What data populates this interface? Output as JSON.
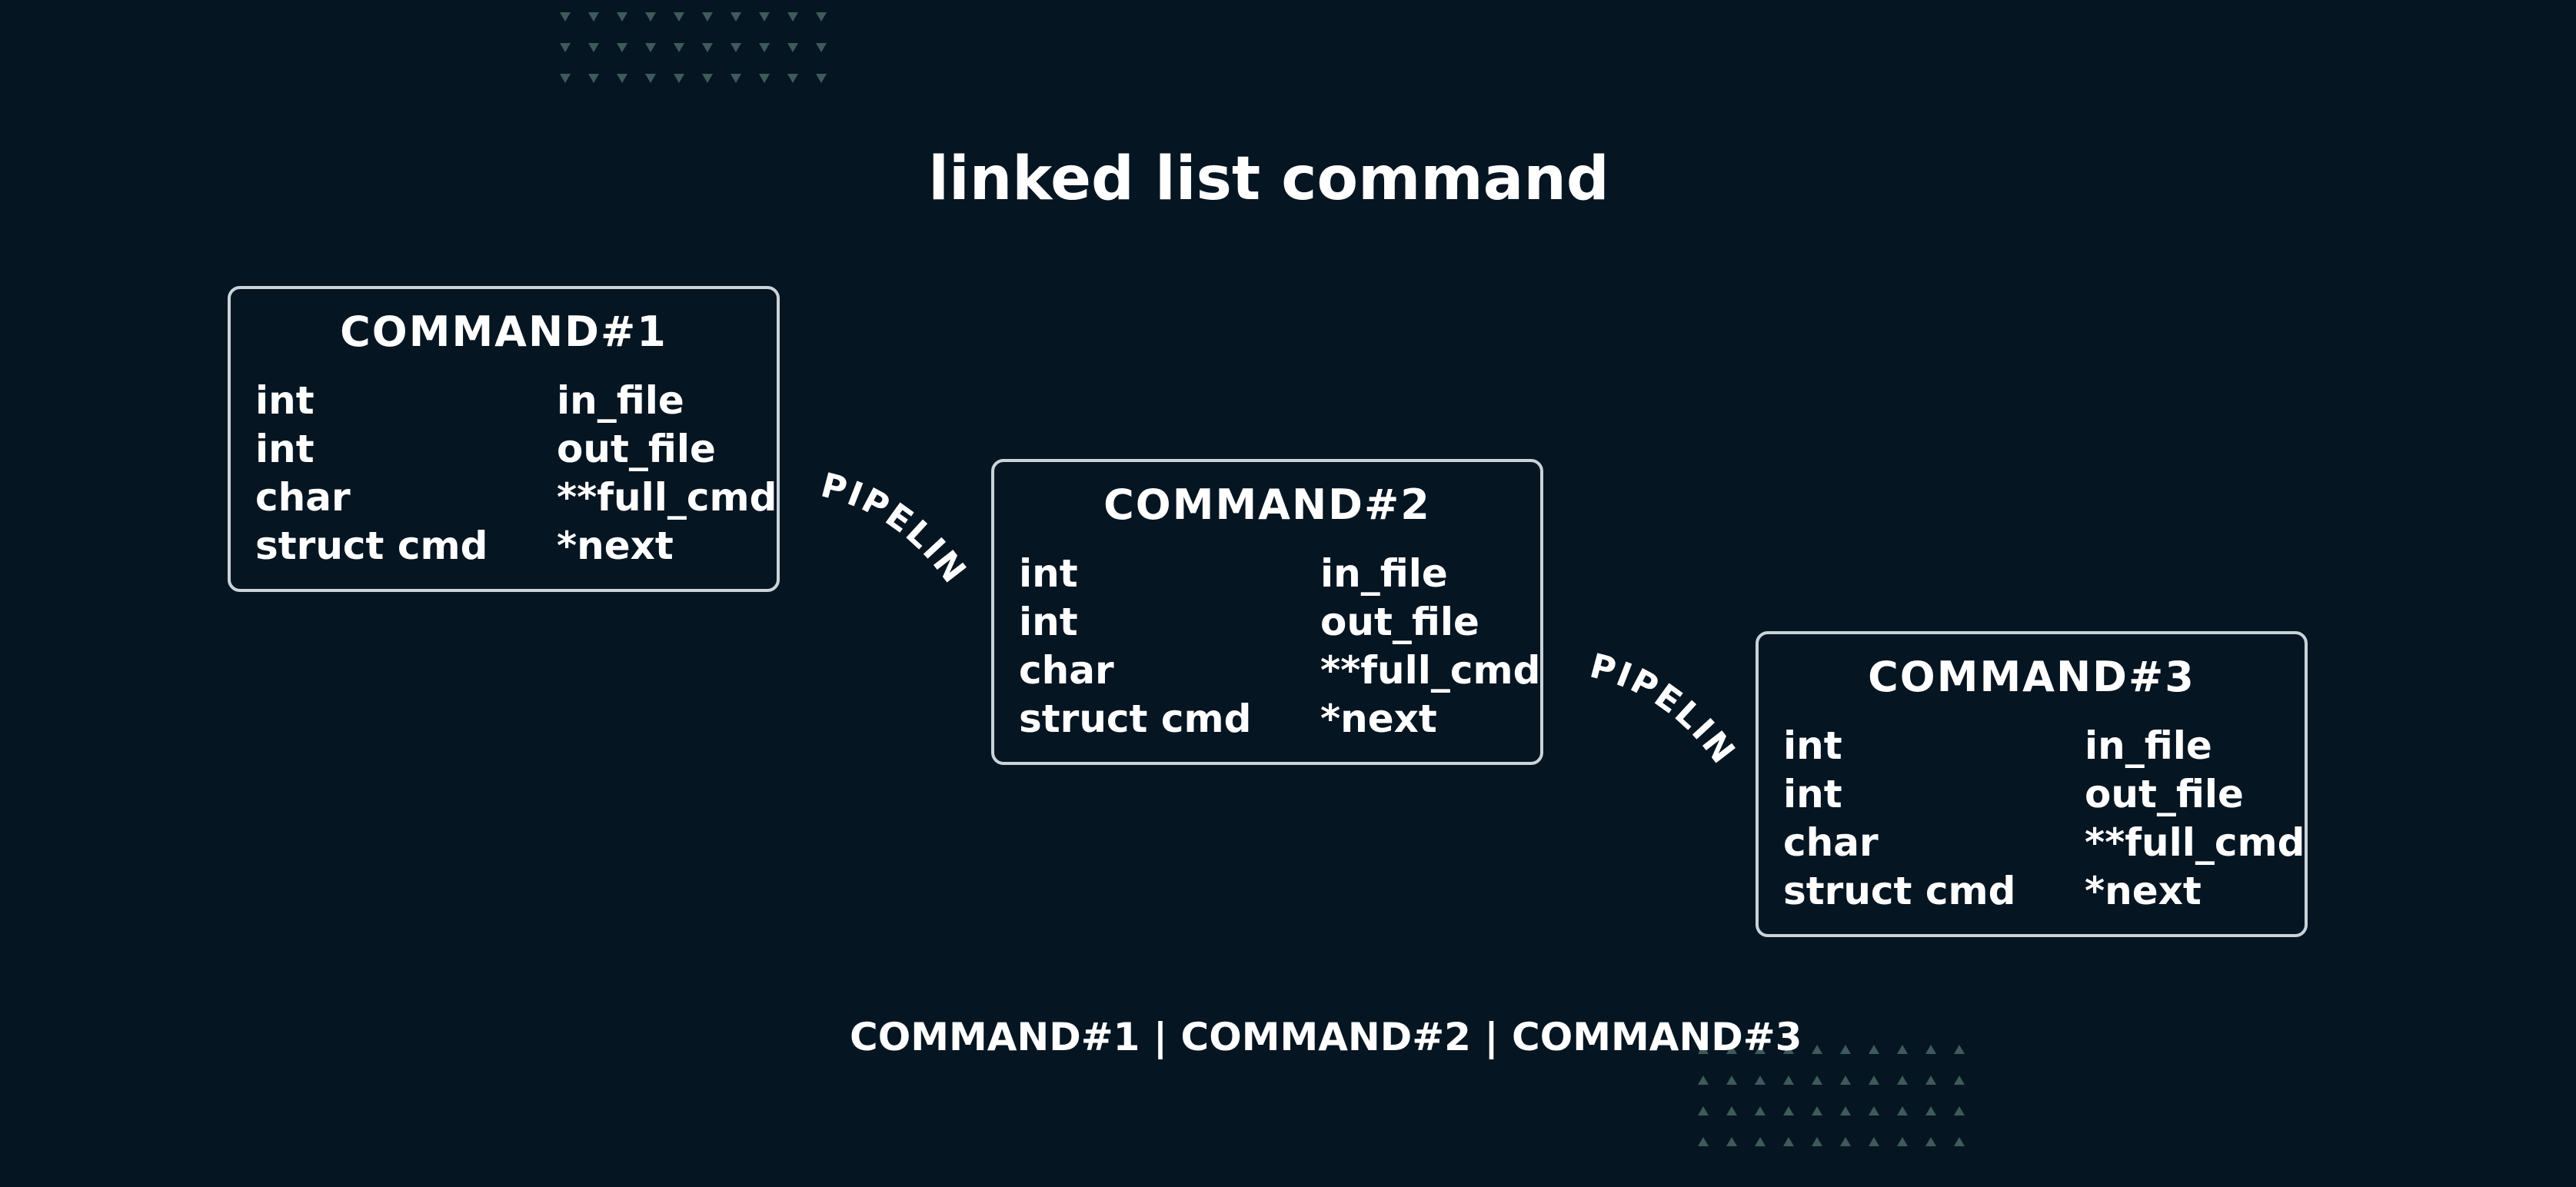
{
  "title": "linked list command",
  "commands": [
    {
      "name": "COMMAND#1",
      "fields": [
        {
          "type": "int",
          "name": "in_file"
        },
        {
          "type": "int",
          "name": "out_file"
        },
        {
          "type": "char",
          "name": "**full_cmd"
        },
        {
          "type": "struct cmd",
          "name": "*next"
        }
      ]
    },
    {
      "name": "COMMAND#2",
      "fields": [
        {
          "type": "int",
          "name": "in_file"
        },
        {
          "type": "int",
          "name": "out_file"
        },
        {
          "type": "char",
          "name": "**full_cmd"
        },
        {
          "type": "struct cmd",
          "name": "*next"
        }
      ]
    },
    {
      "name": "COMMAND#3",
      "fields": [
        {
          "type": "int",
          "name": "in_file"
        },
        {
          "type": "int",
          "name": "out_file"
        },
        {
          "type": "char",
          "name": "**full_cmd"
        },
        {
          "type": "struct cmd",
          "name": "*next"
        }
      ]
    }
  ],
  "connectors": [
    "PIPELINE",
    "PIPELINE"
  ],
  "footer": "COMMAND#1 | COMMAND#2 | COMMAND#3",
  "colors": {
    "background": "#061522",
    "text": "#ffffff",
    "box_border": "#c9d3d8",
    "decoration": "#3f5a5a"
  }
}
